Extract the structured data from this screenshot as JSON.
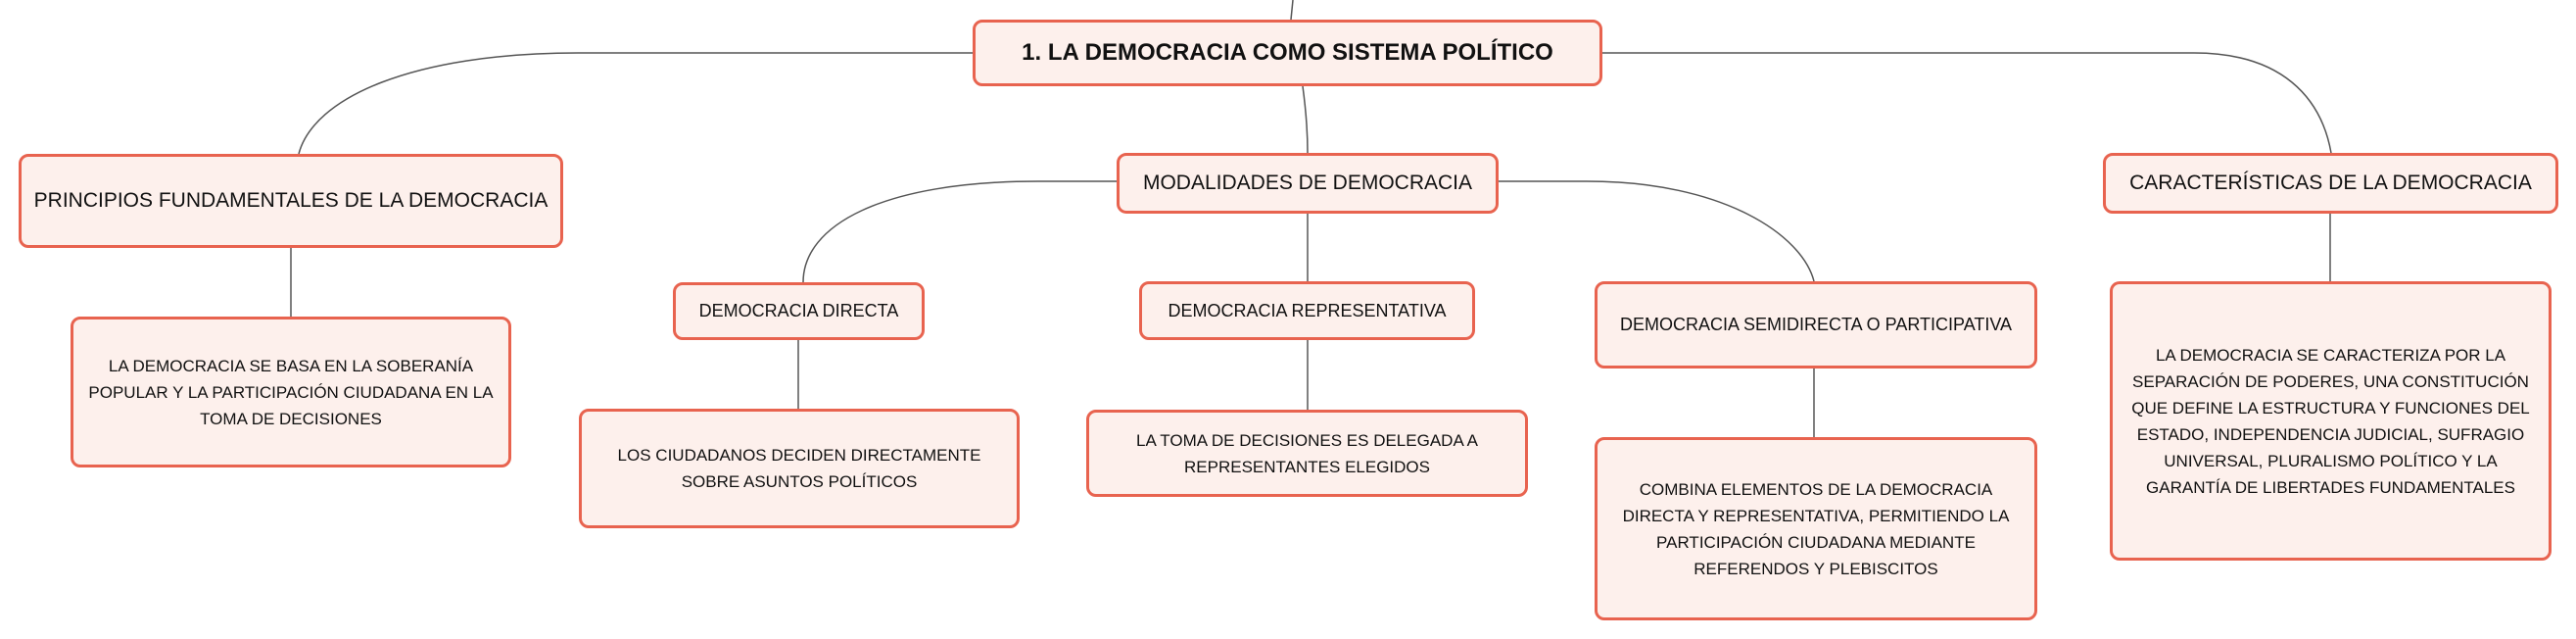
{
  "root": {
    "title": "1. LA DEMOCRACIA COMO SISTEMA POLÍTICO"
  },
  "principles": {
    "title": "PRINCIPIOS FUNDAMENTALES DE LA DEMOCRACIA",
    "description": "LA DEMOCRACIA SE BASA EN LA SOBERANÍA POPULAR Y LA PARTICIPACIÓN CIUDADANA EN LA TOMA DE DECISIONES"
  },
  "modalities": {
    "title": "MODALIDADES DE DEMOCRACIA",
    "items": [
      {
        "title": "DEMOCRACIA DIRECTA",
        "description": "LOS CIUDADANOS DECIDEN DIRECTAMENTE SOBRE ASUNTOS POLÍTICOS"
      },
      {
        "title": "DEMOCRACIA REPRESENTATIVA",
        "description": "LA TOMA DE DECISIONES ES DELEGADA A REPRESENTANTES ELEGIDOS"
      },
      {
        "title": "DEMOCRACIA SEMIDIRECTA O PARTICIPATIVA",
        "description": "COMBINA ELEMENTOS DE LA DEMOCRACIA DIRECTA Y REPRESENTATIVA, PERMITIENDO LA PARTICIPACIÓN CIUDADANA MEDIANTE REFERENDOS Y PLEBISCITOS"
      }
    ]
  },
  "characteristics": {
    "title": "CARACTERÍSTICAS DE LA DEMOCRACIA",
    "description": "LA DEMOCRACIA SE CARACTERIZA POR LA SEPARACIÓN DE PODERES, UNA CONSTITUCIÓN QUE DEFINE LA ESTRUCTURA Y FUNCIONES DEL ESTADO, INDEPENDENCIA JUDICIAL, SUFRAGIO UNIVERSAL, PLURALISMO POLÍTICO Y LA GARANTÍA DE LIBERTADES FUNDAMENTALES"
  },
  "colors": {
    "node_border": "#e8634f",
    "node_fill": "#fdf0ec",
    "connector": "#555555"
  }
}
